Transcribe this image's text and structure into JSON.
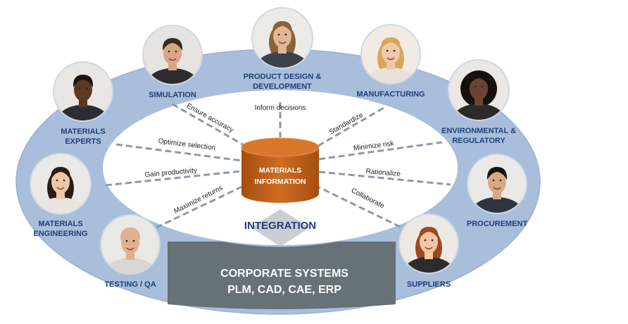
{
  "colors": {
    "ring": "#a8bedb",
    "ring_edge": "#9cb3d2",
    "role_text": "#1f3f78",
    "dash": "#8c98a4",
    "cylinder": "#c1621b",
    "corporate": "#667178",
    "connector": "#c9ced2"
  },
  "center": {
    "line1": "MATERIALS",
    "line2": "INFORMATION"
  },
  "integration": "INTEGRATION",
  "corporate": {
    "line1": "CORPORATE SYSTEMS",
    "line2": "PLM, CAD, CAE, ERP"
  },
  "roles": [
    {
      "id": "product-design",
      "lines": [
        "PRODUCT DESIGN &",
        "DEVELOPMENT"
      ],
      "icon": "person-photo"
    },
    {
      "id": "simulation",
      "lines": [
        "SIMULATION"
      ],
      "icon": "person-photo"
    },
    {
      "id": "manufacturing",
      "lines": [
        "MANUFACTURING"
      ],
      "icon": "person-photo"
    },
    {
      "id": "materials-experts",
      "lines": [
        "MATERIALS",
        "EXPERTS"
      ],
      "icon": "person-photo"
    },
    {
      "id": "environmental",
      "lines": [
        "ENVIRONMENTAL &",
        "REGULATORY"
      ],
      "icon": "person-photo"
    },
    {
      "id": "materials-engineering",
      "lines": [
        "MATERIALS",
        "ENGINEERING"
      ],
      "icon": "person-photo"
    },
    {
      "id": "procurement",
      "lines": [
        "PROCUREMENT"
      ],
      "icon": "person-photo"
    },
    {
      "id": "testing-qa",
      "lines": [
        "TESTING / QA"
      ],
      "icon": "person-photo"
    },
    {
      "id": "suppliers",
      "lines": [
        "SUPPLIERS"
      ],
      "icon": "person-photo"
    }
  ],
  "decisions": [
    "Inform decisions",
    "Ensure accuracy",
    "Standardize",
    "Optimize selection",
    "Minimize risk",
    "Gain productivity",
    "Rationalize",
    "Maximize returns",
    "Collaborate"
  ]
}
